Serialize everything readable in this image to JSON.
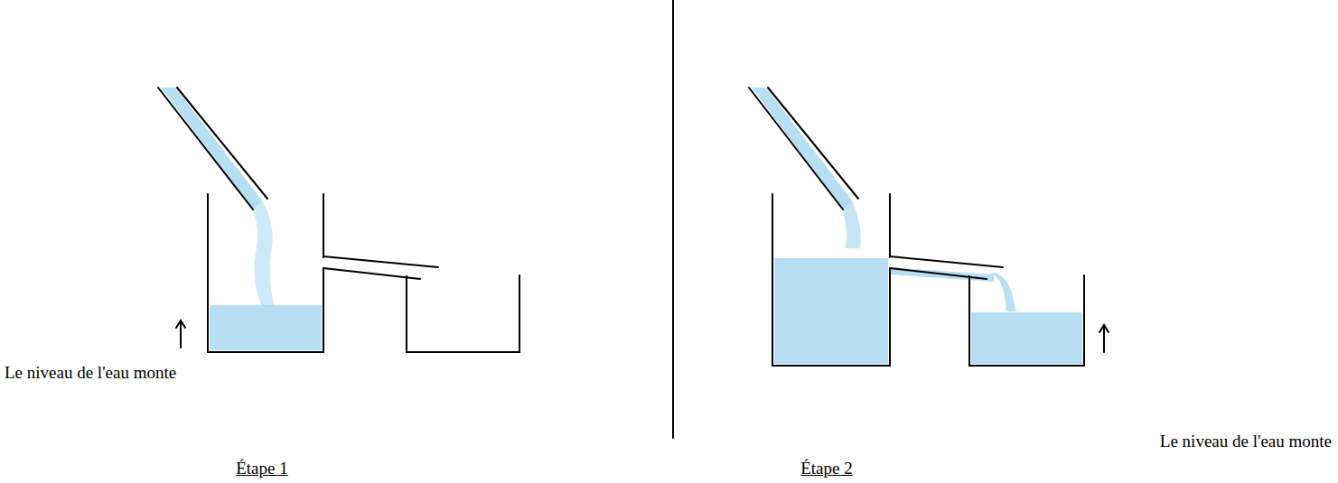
{
  "diagram": {
    "labels": [
      "Le niveau de l'eau monte",
      "Étape 1",
      "Le niveau de l'eau monte",
      "Étape 2"
    ]
  }
}
